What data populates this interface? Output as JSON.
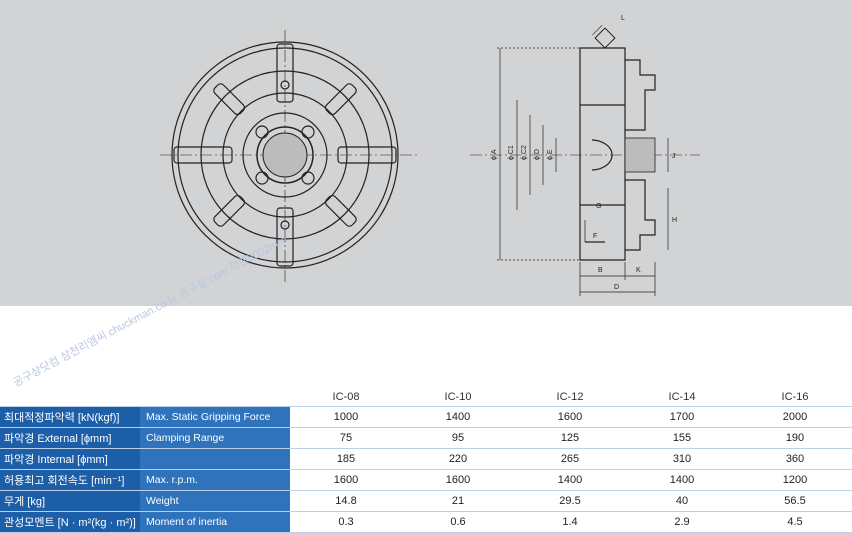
{
  "drawing": {
    "front_view": "chuck-front-view",
    "side_view_labels": {
      "a": "ϕ A",
      "c1": "ϕ C1",
      "c2": "ϕ C2",
      "d": "ϕ D",
      "e": "ϕ E",
      "j": "J",
      "g": "G",
      "h": "H",
      "f": "F",
      "b": "B",
      "k": "K",
      "dd": "D",
      "l": "L"
    }
  },
  "watermark": {
    "text": "공구상닷컴 삼천리엠씨 chuckman.co.kr 공구상.com 척맨3002mro"
  },
  "table": {
    "columns": [
      "IC-08",
      "IC-10",
      "IC-12",
      "IC-14",
      "IC-16"
    ],
    "rows": [
      {
        "kr": "최대적정파악력 [kN(kgf)]",
        "en": "Max. Static Gripping Force",
        "values": [
          "1000",
          "1400",
          "1600",
          "1700",
          "2000"
        ]
      },
      {
        "kr": "파악경 External [ϕmm]",
        "en": "Clamping Range",
        "values": [
          "75",
          "95",
          "125",
          "155",
          "190"
        ]
      },
      {
        "kr": "파악경 Internal [ϕmm]",
        "en": "",
        "values": [
          "185",
          "220",
          "265",
          "310",
          "360"
        ]
      },
      {
        "kr": "허용최고 회전속도 [min⁻¹]",
        "en": "Max. r.p.m.",
        "values": [
          "1600",
          "1600",
          "1400",
          "1400",
          "1200"
        ]
      },
      {
        "kr": "무게 [kg]",
        "en": "Weight",
        "values": [
          "14.8",
          "21",
          "29.5",
          "40",
          "56.5"
        ]
      },
      {
        "kr": "관성모멘트 [N · m²(kg · m²)]",
        "en": "Moment of inertia",
        "values": [
          "0.3",
          "0.6",
          "1.4",
          "2.9",
          "4.5"
        ]
      }
    ]
  }
}
